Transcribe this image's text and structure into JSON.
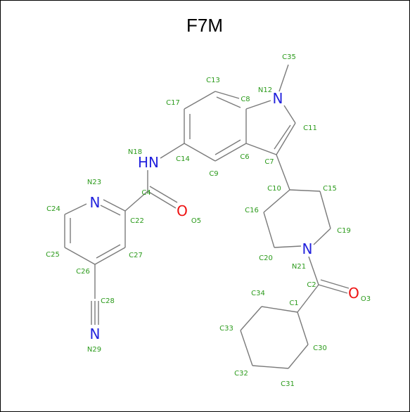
{
  "molecule": {
    "title": "F7M",
    "colors": {
      "bond": "#7a7a7a",
      "carbon_label": "#2a9a1a",
      "nitrogen": "#2222dd",
      "oxygen": "#ee1111"
    },
    "heteroatom_symbols": {
      "N": "N",
      "NH": "HN",
      "O": "O"
    },
    "atom_labels": {
      "C1": "C1",
      "C2": "C2",
      "O3": "O3",
      "C4": "C4",
      "O5": "O5",
      "C6": "C6",
      "C7": "C7",
      "C8": "C8",
      "C9": "C9",
      "C10": "C10",
      "C11": "C11",
      "N12": "N12",
      "C13": "C13",
      "C14": "C14",
      "C15": "C15",
      "C16": "C16",
      "C17": "C17",
      "N18": "N18",
      "C19": "C19",
      "C20": "C20",
      "N21": "N21",
      "C22": "C22",
      "N23": "N23",
      "C24": "C24",
      "C25": "C25",
      "C26": "C26",
      "C27": "C27",
      "C28": "C28",
      "N29": "N29",
      "C30": "C30",
      "C31": "C31",
      "C32": "C32",
      "C33": "C33",
      "C34": "C34",
      "C35": "C35"
    }
  }
}
